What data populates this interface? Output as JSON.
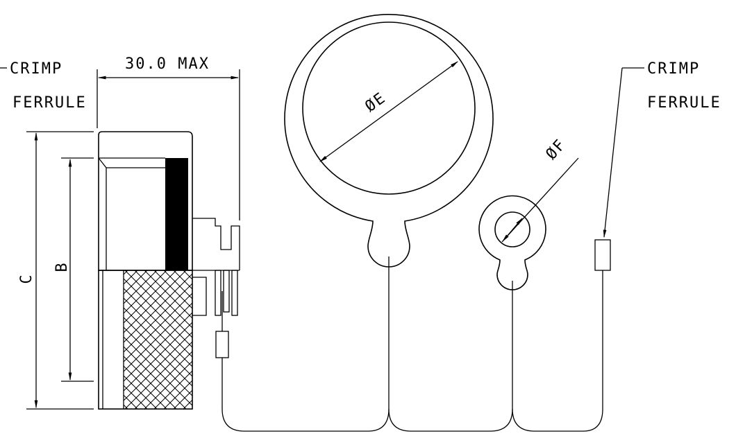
{
  "labels": {
    "crimp_left": "CRIMP",
    "ferrule_left": "FERRULE",
    "max_length": "30.0 MAX",
    "dim_c": "C",
    "dim_b": "B",
    "dim_e": "ØE",
    "dim_f": "ØF",
    "crimp_right": "CRIMP",
    "ferrule_right": "FERRULE"
  },
  "colors": {
    "line": "#000000",
    "background": "#ffffff"
  }
}
